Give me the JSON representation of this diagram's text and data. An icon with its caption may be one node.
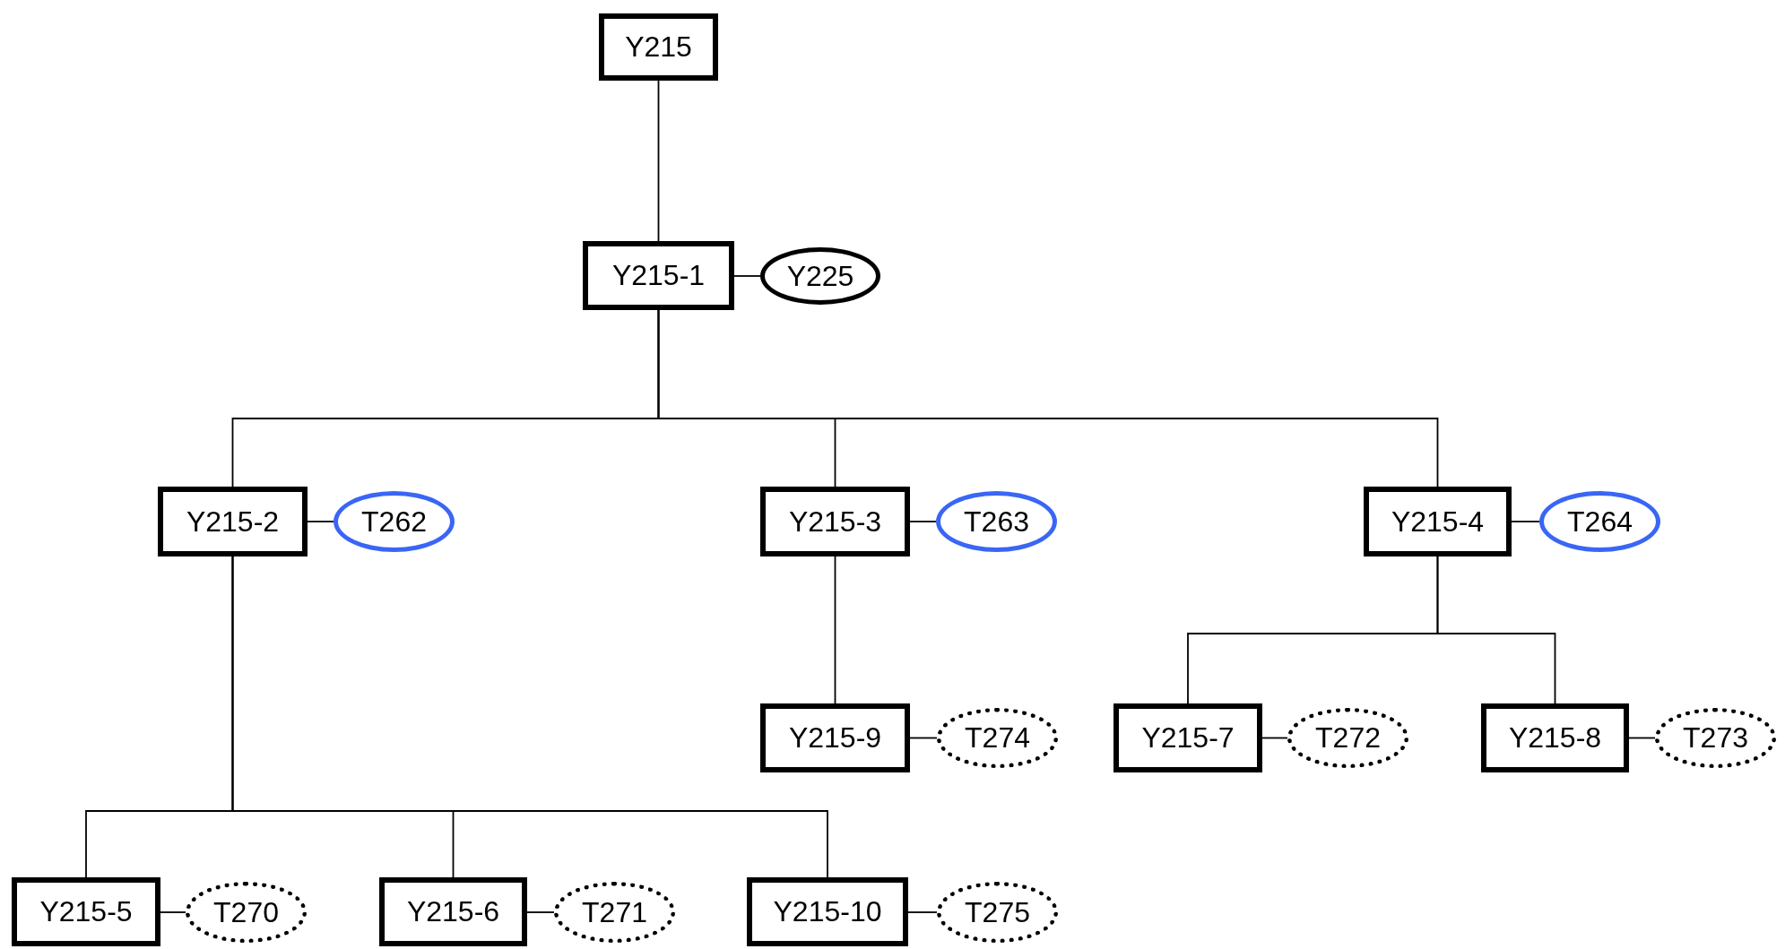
{
  "diagram": {
    "nodes": [
      {
        "text": [
          "Y215"
        ]
      },
      {
        "text": [
          "Y215-1"
        ]
      },
      {
        "text": [
          "Y225"
        ]
      },
      {
        "text": [
          "Y215-2"
        ]
      },
      {
        "text": [
          "T262"
        ]
      },
      {
        "text": [
          "Y215-3"
        ]
      },
      {
        "text": [
          "T263"
        ]
      },
      {
        "text": [
          "Y215-4"
        ]
      },
      {
        "text": [
          "T264"
        ]
      },
      {
        "text": [
          "Y215-9"
        ]
      },
      {
        "text": [
          "T274"
        ]
      },
      {
        "text": [
          "Y215-7"
        ]
      },
      {
        "text": [
          "T272"
        ]
      },
      {
        "text": [
          "Y215-8"
        ]
      },
      {
        "text": [
          "T273"
        ]
      },
      {
        "text": [
          "Y215-5"
        ]
      },
      {
        "text": [
          "T270"
        ]
      },
      {
        "text": [
          "Y215-6"
        ]
      },
      {
        "text": [
          "T271"
        ]
      },
      {
        "text": [
          "Y215-10"
        ]
      },
      {
        "text": [
          "T275"
        ]
      }
    ],
    "edges": [
      {
        "from": 0,
        "to": 1,
        "arrow": "none"
      },
      {
        "from": 1,
        "to": 2,
        "arrow": "none"
      },
      {
        "from": 1,
        "to": 3,
        "arrow": "none"
      },
      {
        "from": 1,
        "to": 5,
        "arrow": "none"
      },
      {
        "from": 1,
        "to": 7,
        "arrow": "none"
      },
      {
        "from": 3,
        "to": 4,
        "arrow": "none"
      },
      {
        "from": 5,
        "to": 6,
        "arrow": "none"
      },
      {
        "from": 7,
        "to": 8,
        "arrow": "none"
      },
      {
        "from": 5,
        "to": 9,
        "arrow": "none"
      },
      {
        "from": 9,
        "to": 10,
        "arrow": "none"
      },
      {
        "from": 7,
        "to": 11,
        "arrow": "none"
      },
      {
        "from": 7,
        "to": 13,
        "arrow": "none"
      },
      {
        "from": 11,
        "to": 12,
        "arrow": "none"
      },
      {
        "from": 13,
        "to": 14,
        "arrow": "none"
      },
      {
        "from": 3,
        "to": 15,
        "arrow": "none"
      },
      {
        "from": 3,
        "to": 17,
        "arrow": "none"
      },
      {
        "from": 3,
        "to": 19,
        "arrow": "none"
      },
      {
        "from": 15,
        "to": 16,
        "arrow": "none"
      },
      {
        "from": 17,
        "to": 18,
        "arrow": "none"
      },
      {
        "from": 19,
        "to": 20,
        "arrow": "none"
      }
    ]
  }
}
